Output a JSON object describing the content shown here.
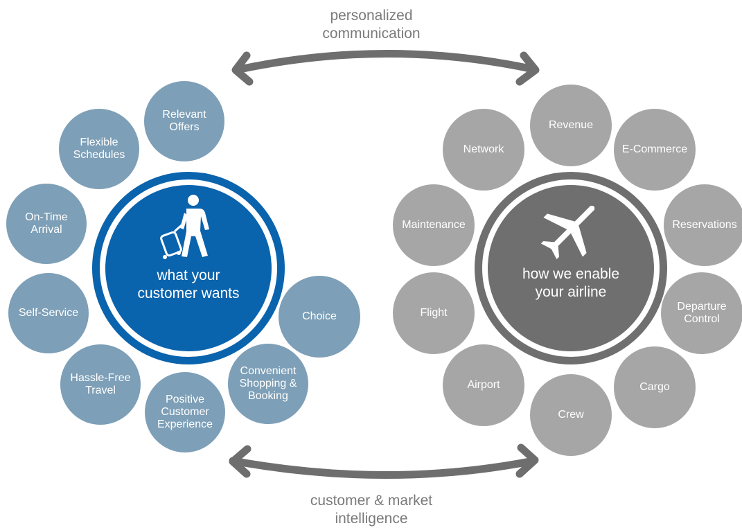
{
  "top_caption": {
    "line1": "personalized",
    "line2": "communication"
  },
  "bottom_caption": {
    "line1": "customer & market",
    "line2": "intelligence"
  },
  "customer_hub": {
    "line1": "what your",
    "line2": "customer wants",
    "icon": "traveler-with-luggage-icon"
  },
  "airline_hub": {
    "line1": "how we enable",
    "line2": "your airline",
    "icon": "airplane-icon"
  },
  "customer_wants": [
    {
      "line1": "Relevant",
      "line2": "Offers"
    },
    {
      "line1": "Flexible",
      "line2": "Schedules"
    },
    {
      "line1": "On-Time",
      "line2": "Arrival"
    },
    {
      "line1": "Self-Service",
      "line2": ""
    },
    {
      "line1": "Hassle-Free",
      "line2": "Travel"
    },
    {
      "line1": "Positive",
      "line2": "Customer",
      "line3": "Experience"
    },
    {
      "line1": "Convenient",
      "line2": "Shopping &",
      "line3": "Booking"
    },
    {
      "line1": "Choice",
      "line2": ""
    }
  ],
  "airline_enablers": [
    {
      "line1": "Revenue",
      "line2": ""
    },
    {
      "line1": "Network",
      "line2": ""
    },
    {
      "line1": "E-Commerce",
      "line2": ""
    },
    {
      "line1": "Maintenance",
      "line2": ""
    },
    {
      "line1": "Reservations",
      "line2": ""
    },
    {
      "line1": "Flight",
      "line2": ""
    },
    {
      "line1": "Departure",
      "line2": "Control"
    },
    {
      "line1": "Airport",
      "line2": ""
    },
    {
      "line1": "Cargo",
      "line2": ""
    },
    {
      "line1": "Crew",
      "line2": ""
    }
  ],
  "colors": {
    "customer_bubble": "#7d9fb7",
    "airline_bubble": "#a6a6a6",
    "customer_hub": "#0a63ad",
    "airline_hub": "#6f6f6f",
    "arrow": "#6e6e6e",
    "caption": "#7a7a7a"
  }
}
